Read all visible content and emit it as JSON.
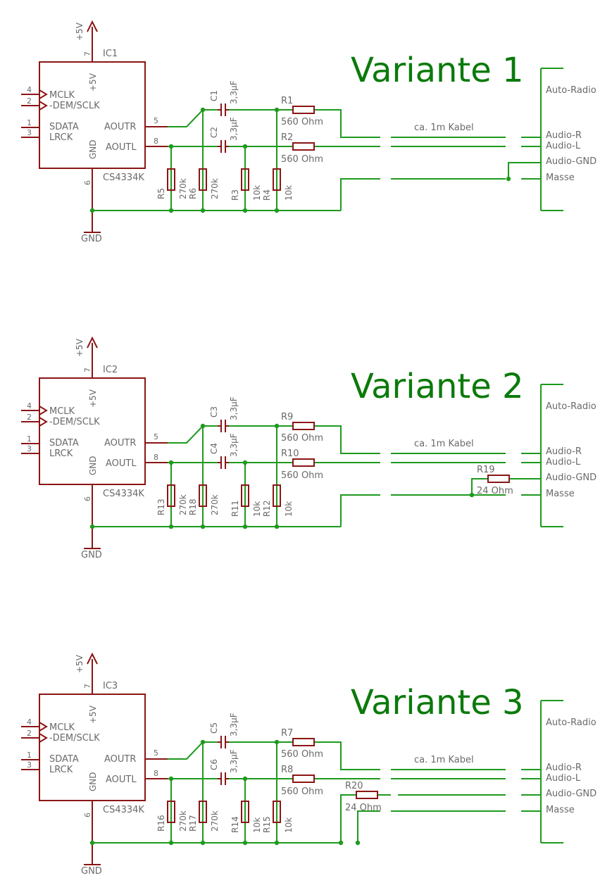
{
  "colors": {
    "symbol": "#8b1515",
    "wire": "#1e9a1e",
    "title": "#0b7a0b",
    "label": "#6a6a6a",
    "background": "#ffffff"
  },
  "variants": [
    {
      "title": "Variante 1",
      "ic": "IC1",
      "ic_type": "CS4334K",
      "vcc": "+5V",
      "gnd": "GND",
      "pins": {
        "mclk": "4",
        "dem": "2",
        "sdata": "1",
        "lrck": "3",
        "vcc": "7",
        "gnd": "6",
        "aoutr": "5",
        "aoutl": "8"
      },
      "pin_names": {
        "mclk": "MCLK",
        "dem": "-DEM/SCLK",
        "sdata": "SDATA",
        "lrck": "LRCK",
        "vcc": "+5V",
        "gnd": "GND",
        "aoutr": "AOUTR",
        "aoutl": "AOUTL"
      },
      "c_top": "C1",
      "c_bot": "C2",
      "c_val": "3,3µF",
      "r_top": "R1",
      "r_bot": "R2",
      "r_val": "560 Ohm",
      "rv": [
        {
          "name": "R5",
          "val": "270k"
        },
        {
          "name": "R6",
          "val": "270k"
        },
        {
          "name": "R3",
          "val": "10k"
        },
        {
          "name": "R4",
          "val": "10k"
        }
      ],
      "cable": "ca. 1m Kabel",
      "connector": {
        "title": "Auto-Radio",
        "r": "Audio-R",
        "l": "Audio-L",
        "agnd": "Audio-GND",
        "masse": "Masse"
      },
      "r_gnd": null
    },
    {
      "title": "Variante 2",
      "ic": "IC2",
      "ic_type": "CS4334K",
      "vcc": "+5V",
      "gnd": "GND",
      "pins": {
        "mclk": "4",
        "dem": "2",
        "sdata": "1",
        "lrck": "3",
        "vcc": "7",
        "gnd": "6",
        "aoutr": "5",
        "aoutl": "8"
      },
      "pin_names": {
        "mclk": "MCLK",
        "dem": "-DEM/SCLK",
        "sdata": "SDATA",
        "lrck": "LRCK",
        "vcc": "+5V",
        "gnd": "GND",
        "aoutr": "AOUTR",
        "aoutl": "AOUTL"
      },
      "c_top": "C3",
      "c_bot": "C4",
      "c_val": "3,3µF",
      "r_top": "R9",
      "r_bot": "R10",
      "r_val": "560 Ohm",
      "rv": [
        {
          "name": "R13",
          "val": "270k"
        },
        {
          "name": "R18",
          "val": "270k"
        },
        {
          "name": "R11",
          "val": "10k"
        },
        {
          "name": "R12",
          "val": "10k"
        }
      ],
      "cable": "ca. 1m Kabel",
      "connector": {
        "title": "Auto-Radio",
        "r": "Audio-R",
        "l": "Audio-L",
        "agnd": "Audio-GND",
        "masse": "Masse"
      },
      "r_gnd": {
        "name": "R19",
        "val": "24 Ohm"
      }
    },
    {
      "title": "Variante 3",
      "ic": "IC3",
      "ic_type": "CS4334K",
      "vcc": "+5V",
      "gnd": "GND",
      "pins": {
        "mclk": "4",
        "dem": "2",
        "sdata": "1",
        "lrck": "3",
        "vcc": "7",
        "gnd": "6",
        "aoutr": "5",
        "aoutl": "8"
      },
      "pin_names": {
        "mclk": "MCLK",
        "dem": "-DEM/SCLK",
        "sdata": "SDATA",
        "lrck": "LRCK",
        "vcc": "+5V",
        "gnd": "GND",
        "aoutr": "AOUTR",
        "aoutl": "AOUTL"
      },
      "c_top": "C5",
      "c_bot": "C6",
      "c_val": "3,3µF",
      "r_top": "R7",
      "r_bot": "R8",
      "r_val": "560 Ohm",
      "rv": [
        {
          "name": "R16",
          "val": "270k"
        },
        {
          "name": "R17",
          "val": "270k"
        },
        {
          "name": "R14",
          "val": "10k"
        },
        {
          "name": "R15",
          "val": "10k"
        }
      ],
      "cable": "ca. 1m Kabel",
      "connector": {
        "title": "Auto-Radio",
        "r": "Audio-R",
        "l": "Audio-L",
        "agnd": "Audio-GND",
        "masse": "Masse"
      },
      "r_gnd": {
        "name": "R20",
        "val": "24 Ohm"
      }
    }
  ]
}
